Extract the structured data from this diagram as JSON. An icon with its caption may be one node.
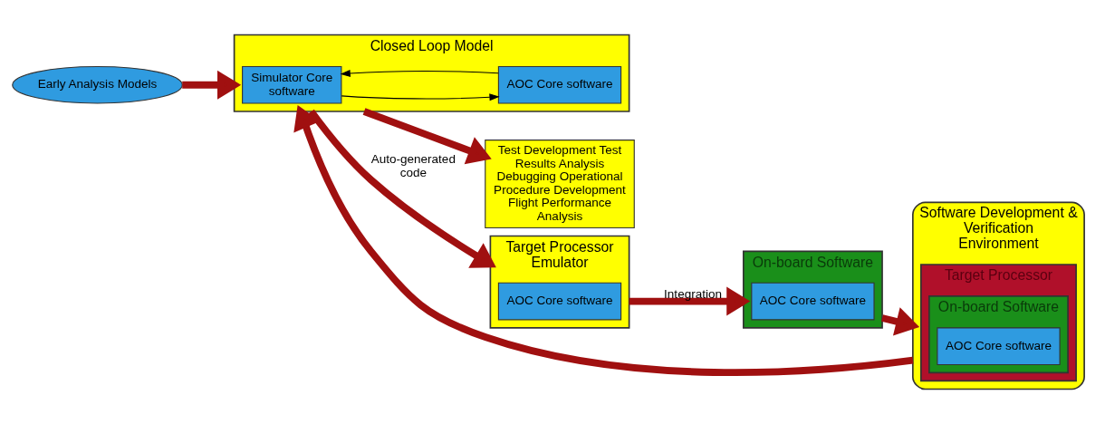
{
  "diagram": {
    "nodes": [
      {
        "text": [
          "Early Analysis Models"
        ]
      },
      {
        "text": [
          "Closed Loop Model"
        ]
      },
      {
        "text": [
          "Simulator Core software"
        ],
        "in": 1
      },
      {
        "text": [
          "AOC Core software"
        ],
        "in": 1
      },
      {
        "text": [
          "Test Development Test Results Analysis Debugging Operational Procedure Development Flight Performance Analysis"
        ]
      },
      {
        "text": [
          "Target Processor Emulator"
        ]
      },
      {
        "text": [
          "AOC Core software"
        ],
        "in": 5
      },
      {
        "text": [
          "On-board Software"
        ]
      },
      {
        "text": [
          "AOC Core software"
        ],
        "in": 7
      },
      {
        "text": [
          "Software Development & Verification Environment"
        ]
      },
      {
        "text": [
          "Target Processor"
        ],
        "in": 9
      },
      {
        "text": [
          "On-board Software"
        ],
        "in": 10
      },
      {
        "text": [
          "AOC Core software"
        ],
        "in": 11
      }
    ],
    "edges": [
      {
        "from": 0,
        "to": 1,
        "arrow": "to"
      },
      {
        "from": 1,
        "to": 4,
        "arrow": "to"
      },
      {
        "from": 3,
        "to": 2,
        "arrow": "to",
        "color": "#000000"
      },
      {
        "from": 2,
        "to": 3,
        "arrow": "to",
        "color": "#000000"
      },
      {
        "from": 1,
        "to": 5,
        "arrow": "to",
        "label": "Auto-generated code"
      },
      {
        "from": 5,
        "to": 7,
        "arrow": "to",
        "label": "Integration"
      },
      {
        "from": 7,
        "to": 9,
        "arrow": "to"
      },
      {
        "from": 9,
        "to": 1,
        "arrow": "to"
      }
    ]
  }
}
